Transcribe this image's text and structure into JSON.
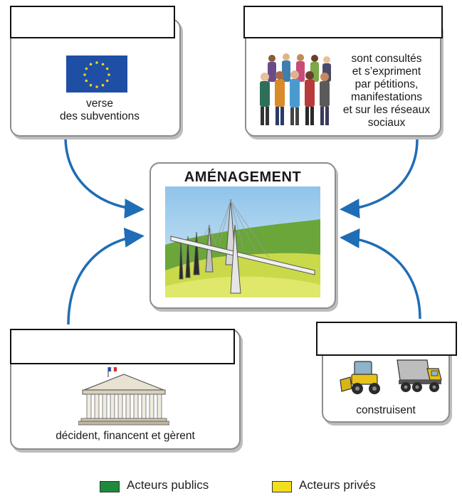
{
  "eu_card": {
    "text_line1": "verse",
    "text_line2": "des subventions",
    "label": ""
  },
  "citizens_card": {
    "lines": [
      "sont consultés",
      "et s’expriment",
      "par pétitions,",
      "manifestations",
      "et sur les réseaux",
      "sociaux"
    ],
    "label": ""
  },
  "center_card": {
    "title": "AMÉNAGEMENT"
  },
  "state_card": {
    "text": "décident, financent et gèrent",
    "label": ""
  },
  "firms_card": {
    "text": "construisent",
    "label": ""
  },
  "legend": {
    "items": [
      {
        "label": "Acteurs publics",
        "color": "#1e8a3c"
      },
      {
        "label": "Acteurs privés",
        "color": "#f2df1a"
      }
    ]
  },
  "colors": {
    "arrow": "#1f6db5",
    "eu_flag": "#1f4fa5",
    "eu_stars": "#f2d21a"
  },
  "icons": [
    "eu-flag-icon",
    "crowd-illustration",
    "viaduct-illustration",
    "government-building-icon",
    "bulldozer-icon",
    "dump-truck-icon"
  ]
}
